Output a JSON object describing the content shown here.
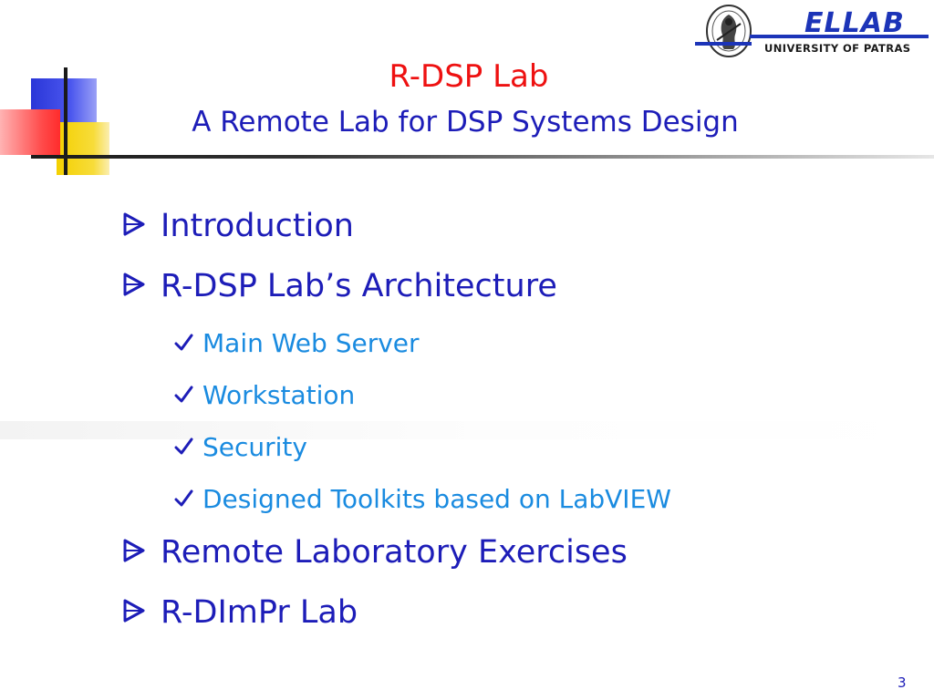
{
  "slide": {
    "title": "R-DSP Lab",
    "subtitle": "A Remote Lab for DSP Systems Design",
    "page_number": "3"
  },
  "logo": {
    "brand": "ELLAB",
    "org": "UNIVERSITY OF PATRAS"
  },
  "bullets": [
    {
      "level": 1,
      "marker": "arrow-bullet-icon",
      "text": "Introduction"
    },
    {
      "level": 1,
      "marker": "arrow-bullet-icon",
      "text": "R-DSP Lab’s Architecture"
    },
    {
      "level": 2,
      "marker": "check-bullet-icon",
      "text": "Main Web Server"
    },
    {
      "level": 2,
      "marker": "check-bullet-icon",
      "text": "Workstation"
    },
    {
      "level": 2,
      "marker": "check-bullet-icon",
      "text": "Security"
    },
    {
      "level": 2,
      "marker": "check-bullet-icon",
      "text": "Designed Toolkits based on LabVIEW"
    },
    {
      "level": 1,
      "marker": "arrow-bullet-icon",
      "text": "Remote Laboratory Exercises"
    },
    {
      "level": 1,
      "marker": "arrow-bullet-icon",
      "text": "R-DImPr Lab"
    }
  ],
  "colors": {
    "title": "#ee1111",
    "subtitle": "#1d1db8",
    "level1_text": "#1d1db8",
    "level2_text": "#1a8be0",
    "accent_blue": "#2a36d8",
    "accent_yellow": "#f4d000",
    "accent_red": "#ff4a4a"
  }
}
